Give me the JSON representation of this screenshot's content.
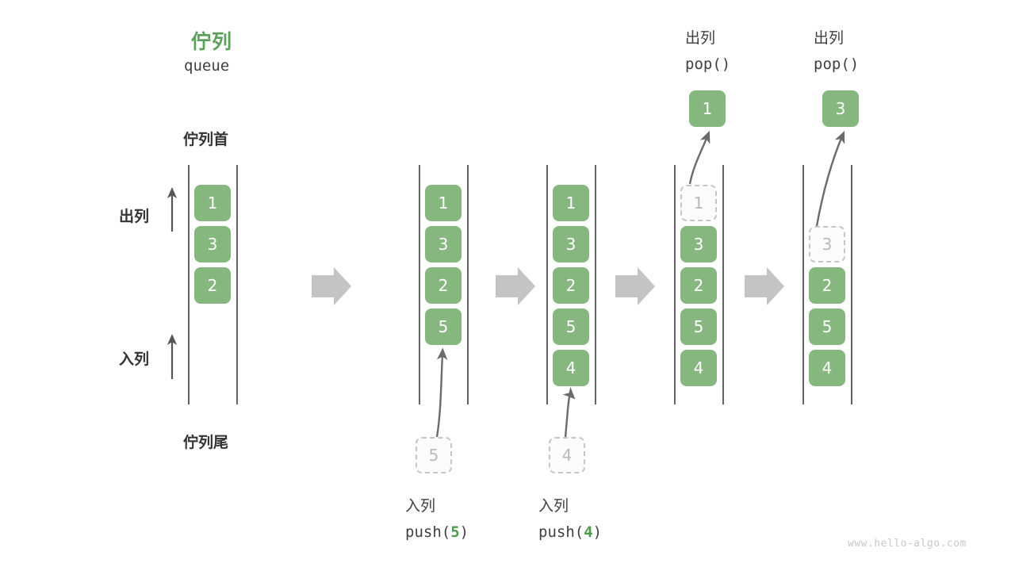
{
  "diagram": {
    "title_cn": "佇列",
    "title_en": "queue",
    "head_label": "佇列首",
    "tail_label": "佇列尾",
    "dequeue_label": "出列",
    "enqueue_label": "入列",
    "watermark": "www.hello-algo.com",
    "colors": {
      "cell_green": "#85b77f",
      "title_green": "#5da05c",
      "code_green": "#4c9a4c",
      "ghost_border": "#c6c6c6",
      "ghost_text": "#b9b9b9",
      "rail": "#3c3c3c",
      "arrow_gray": "#c4c4c4",
      "curve_arrow": "#6b6b6b",
      "text_dark": "#333333",
      "watermark": "#c8c8c8"
    },
    "stages": [
      {
        "name": "initial",
        "cells": [
          {
            "value": "1",
            "ghost": false
          },
          {
            "value": "3",
            "ghost": false
          },
          {
            "value": "2",
            "ghost": false
          }
        ]
      },
      {
        "name": "after-push-5",
        "cells": [
          {
            "value": "1",
            "ghost": false
          },
          {
            "value": "3",
            "ghost": false
          },
          {
            "value": "2",
            "ghost": false
          },
          {
            "value": "5",
            "ghost": false
          }
        ]
      },
      {
        "name": "after-push-4",
        "cells": [
          {
            "value": "1",
            "ghost": false
          },
          {
            "value": "3",
            "ghost": false
          },
          {
            "value": "2",
            "ghost": false
          },
          {
            "value": "5",
            "ghost": false
          },
          {
            "value": "4",
            "ghost": false
          }
        ]
      },
      {
        "name": "after-pop-1",
        "cells": [
          {
            "value": "1",
            "ghost": true
          },
          {
            "value": "3",
            "ghost": false
          },
          {
            "value": "2",
            "ghost": false
          },
          {
            "value": "5",
            "ghost": false
          },
          {
            "value": "4",
            "ghost": false
          }
        ]
      },
      {
        "name": "after-pop-3",
        "cells": [
          {
            "value": "",
            "ghost": false,
            "hidden": true
          },
          {
            "value": "3",
            "ghost": true
          },
          {
            "value": "2",
            "ghost": false
          },
          {
            "value": "5",
            "ghost": false
          },
          {
            "value": "4",
            "ghost": false
          }
        ]
      }
    ],
    "push_ops": [
      {
        "cn": "入列",
        "code_prefix": "push(",
        "code_value": "5",
        "code_suffix": ")",
        "ghost_value": "5"
      },
      {
        "cn": "入列",
        "code_prefix": "push(",
        "code_value": "4",
        "code_suffix": ")",
        "ghost_value": "4"
      }
    ],
    "pop_ops": [
      {
        "cn": "出列",
        "code": "pop()",
        "popped_value": "1"
      },
      {
        "cn": "出列",
        "code": "pop()",
        "popped_value": "3"
      }
    ]
  }
}
